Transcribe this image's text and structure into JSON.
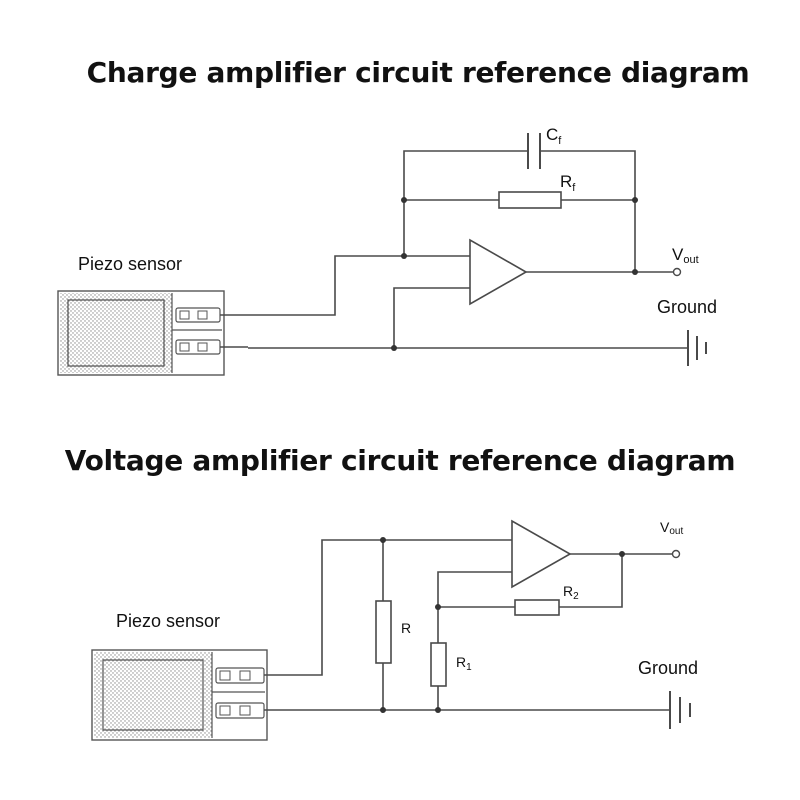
{
  "diagrams": [
    {
      "title": "Charge amplifier circuit reference diagram",
      "sensor_label": "Piezo sensor",
      "ground_label": "Ground",
      "output_label": {
        "main": "V",
        "sub": "out"
      },
      "feedback_capacitor": {
        "main": "C",
        "sub": "f"
      },
      "feedback_resistor": {
        "main": "R",
        "sub": "f"
      }
    },
    {
      "title": "Voltage amplifier circuit reference diagram",
      "sensor_label": "Piezo sensor",
      "ground_label": "Ground",
      "output_label": {
        "main": "V",
        "sub": "out"
      },
      "input_resistor": {
        "main": "R",
        "sub": ""
      },
      "ground_resistor": {
        "main": "R",
        "sub": "1"
      },
      "feedback_resistor": {
        "main": "R",
        "sub": "2"
      }
    }
  ]
}
